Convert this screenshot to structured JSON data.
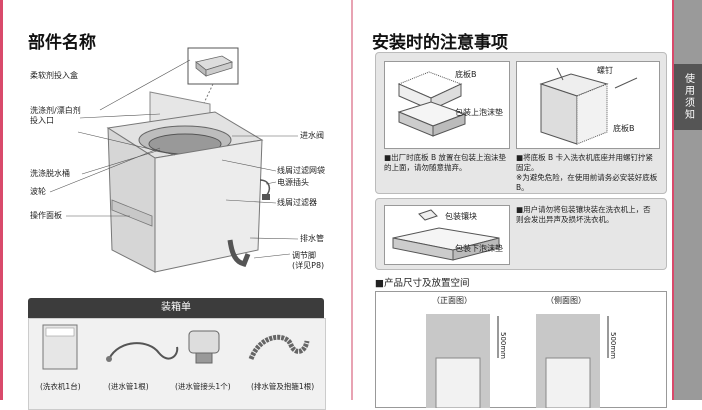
{
  "left": {
    "title": "部件名称",
    "labels": {
      "softener_box": "柔软剂投入盒",
      "detergent_box_1": "洗涤剂/漂白剂",
      "detergent_box_2": "投入口",
      "inlet_valve": "进水阀",
      "drum": "洗涤脱水桶",
      "lint_bag": "线屑过滤网袋",
      "pulsator": "波轮",
      "power_plug": "电源插头",
      "lint_filter": "线屑过滤器",
      "control_panel": "操作面板",
      "drain_hose": "排水管",
      "foot_1": "调节脚",
      "foot_2": "(详见P8)"
    },
    "packing": {
      "title": "装箱单",
      "items": [
        "(洗衣机1台)",
        "(进水管1根)",
        "(进水管接头1个)",
        "(排水管及抱箍1根)"
      ]
    }
  },
  "right": {
    "title": "安装时的注意事项",
    "board_b_label": "底板B",
    "foam_top_label": "包装上泡沫垫",
    "screw_label": "螺钉",
    "board_b_label2": "底板B",
    "note1": "■出厂时底板 B 放置在包装上泡沫垫的上面，请勿随意抛弃。",
    "note2": "■将底板 B 卡入洗衣机底座并用螺钉拧紧固定。",
    "note3": "※为避免危险，在使用前请务必安装好底板 B。",
    "clip_label": "包装镶块",
    "foam_bottom_label": "包装下泡沫垫",
    "note4": "■用户请勿将包装镶块装在洗衣机上，否则会发出异声及损坏洗衣机。",
    "size_title": "■产品尺寸及放置空间",
    "front_view": "（正面图）",
    "side_view": "（侧面图）",
    "dim_500": "500mm"
  },
  "sidebar": {
    "tab": "使用须知"
  }
}
